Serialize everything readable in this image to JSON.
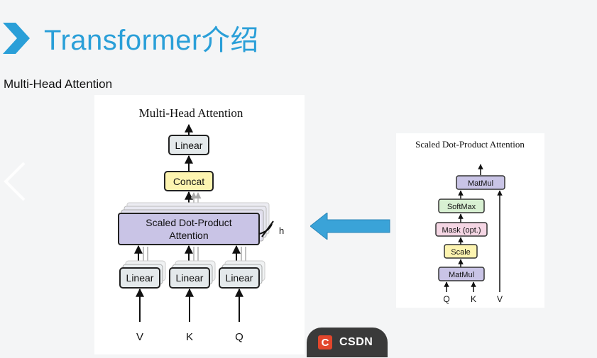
{
  "slide": {
    "title": "Transformer介绍",
    "subtitle": "Multi-Head Attention"
  },
  "multi_head": {
    "title": "Multi-Head Attention",
    "linear_top": "Linear",
    "concat": "Concat",
    "sdpa_line1": "Scaled Dot-Product",
    "sdpa_line2": "Attention",
    "h_label": "h",
    "linear_v": "Linear",
    "linear_k": "Linear",
    "linear_q": "Linear",
    "input_v": "V",
    "input_k": "K",
    "input_q": "Q"
  },
  "scaled_dot": {
    "title": "Scaled Dot-Product Attention",
    "matmul_top": "MatMul",
    "softmax": "SoftMax",
    "mask": "Mask (opt.)",
    "scale": "Scale",
    "matmul_bottom": "MatMul",
    "input_q": "Q",
    "input_k": "K",
    "input_v": "V"
  },
  "badge": {
    "logo": "C",
    "label": "CSDN"
  },
  "colors": {
    "title_blue": "#2a9fd8",
    "sdpa_purple": "#c9c4e6",
    "concat_yellow": "#fdf4b0",
    "softmax_green": "#d8f0d2",
    "mask_pink": "#f5d6e4",
    "scale_yellow": "#fdf4b0",
    "linear_gray": "#e4e9eb"
  }
}
